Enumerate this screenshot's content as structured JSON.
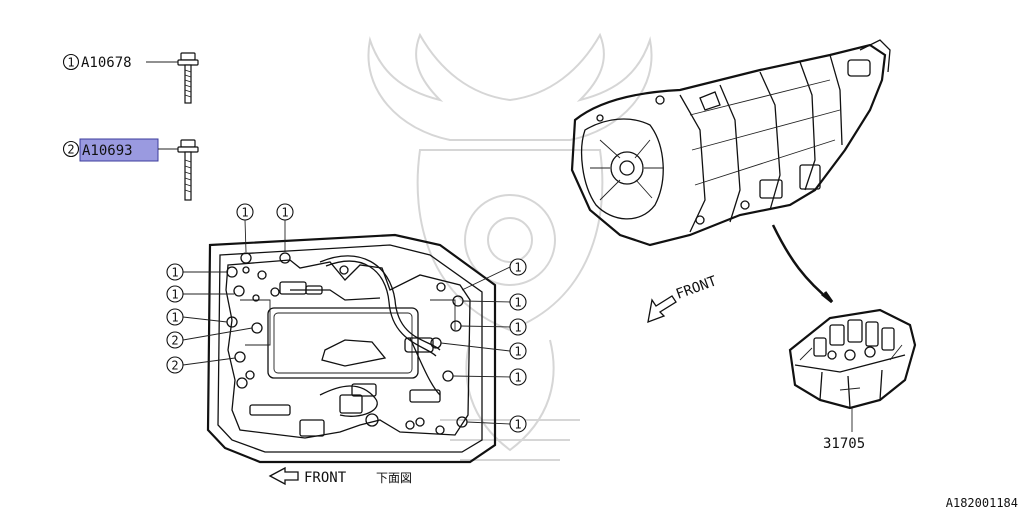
{
  "legend": [
    {
      "marker": "1",
      "part_number": "A10678",
      "highlighted": false
    },
    {
      "marker": "2",
      "part_number": "A10693",
      "highlighted": true
    }
  ],
  "callouts": {
    "top": [
      "1",
      "1"
    ],
    "left": [
      "1",
      "1",
      "1",
      "2",
      "2"
    ],
    "right": [
      "1",
      "1",
      "1",
      "1",
      "1",
      "1"
    ]
  },
  "front_label_bottom": "FRONT",
  "bottom_view_label": "下面図",
  "front_label_right": "FRONT",
  "valve_body_part_number": "31705",
  "diagram_id": "A182001184",
  "colors": {
    "highlight": "#9a9ae0",
    "highlight_border": "#3c3c9c",
    "line": "#111111",
    "watermark": "#d6d6d6"
  }
}
